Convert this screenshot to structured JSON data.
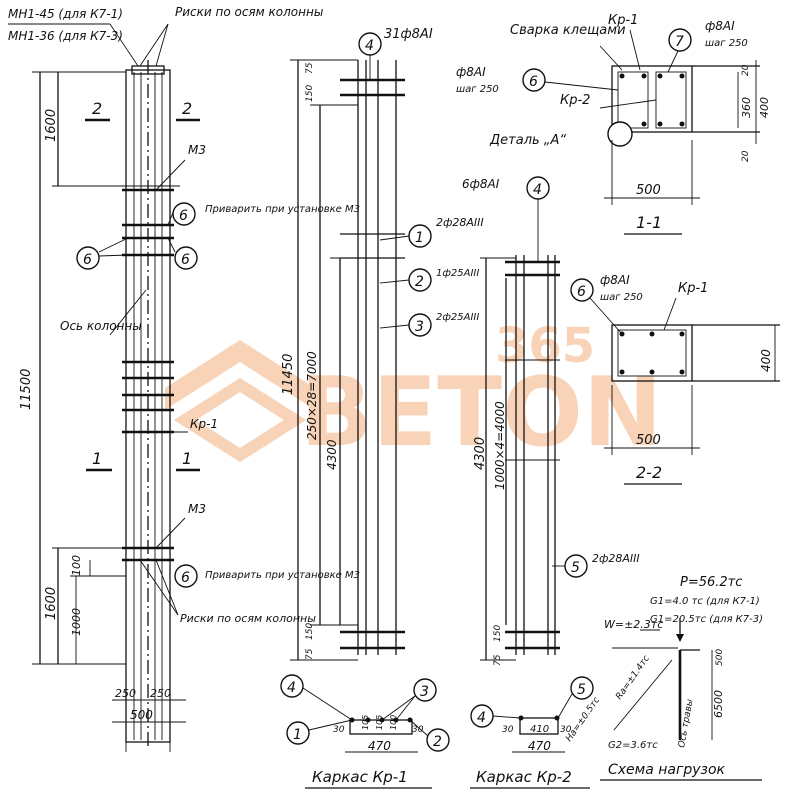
{
  "watermark": {
    "text": "BETON",
    "sub": "365",
    "color": "#f2a36b"
  },
  "column": {
    "top_note_1": "МН1-45 (для К7-1)",
    "top_note_2": "МН1-36 (для К7-3)",
    "axis_marks_top": "Риски по осям колонны",
    "axis_marks_bottom": "Риски по осям колонны",
    "weld_note_top": "Приварить при установке М3",
    "weld_note_bottom": "Приварить при установке М3",
    "axis_label": "Ось колонны",
    "section_2_left": "2",
    "section_2_right": "2",
    "section_1_left": "1",
    "section_1_right": "1",
    "m3_top": "М3",
    "m3_bottom": "М3",
    "kr1_label": "Кр-1",
    "dim_total": "11500",
    "dim_top": "1600",
    "dim_bottom": "1600",
    "dim_1000": "1000",
    "dim_100": "100",
    "dim_w1": "250",
    "dim_w2": "250",
    "dim_width": "500",
    "bubble_6": "6"
  },
  "kr1": {
    "bar4": "31ф8AI",
    "bar1": "2ф28AIII",
    "bar2": "1ф25AIII",
    "bar3": "2ф25AIII",
    "dim_75_top": "75",
    "dim_150_top": "150",
    "dim_11450": "11450",
    "dim_250x28": "250×28=7000",
    "dim_4300": "4300",
    "dim_150_bot": "150",
    "dim_75_bot": "75",
    "sec_30a": "30",
    "sec_105a": "105",
    "sec_105b": "105",
    "sec_100": "100",
    "sec_30b": "30",
    "sec_470": "470",
    "caption": "Каркас Кр-1"
  },
  "kr2": {
    "bar6": "6ф8AI",
    "bar5": "2ф28AIII",
    "dim_4300": "4300",
    "dim_1000x4": "1000×4=4000",
    "dim_150": "150",
    "dim_75": "75",
    "sec_30a": "30",
    "sec_410": "410",
    "sec_30b": "30",
    "sec_470": "470",
    "caption": "Каркас Кр-2"
  },
  "section11": {
    "weld": "Сварка клещами",
    "kr1": "Кр-1",
    "kr2": "Кр-2",
    "stirrup_r": "ф8AI",
    "step_r": "шаг 250",
    "stirrup_l": "ф8AI",
    "step_l": "шаг 250",
    "detail": "Деталь „А“",
    "dim_20a": "20",
    "dim_360": "360",
    "dim_400": "400",
    "dim_20b": "20",
    "dim_500": "500",
    "caption": "1-1"
  },
  "section22": {
    "stirrup": "ф8AI",
    "step": "шаг 250",
    "kr1": "Кр-1",
    "dim_400": "400",
    "dim_500": "500",
    "caption": "2-2"
  },
  "loads": {
    "p": "P=56.2тс",
    "g1a": "G1=4.0 тс (для К7-1)",
    "g1b": "G1=20.5тс (для К7-3)",
    "w": "W=±2.3тс",
    "ha": "Hа=±0.5тс",
    "ra": "Rа=±1.4тс",
    "g2": "G2=3.6тс",
    "axis": "Ось травы",
    "dim_6500": "6500",
    "dim_500": "500",
    "caption": "Схема нагрузок"
  }
}
